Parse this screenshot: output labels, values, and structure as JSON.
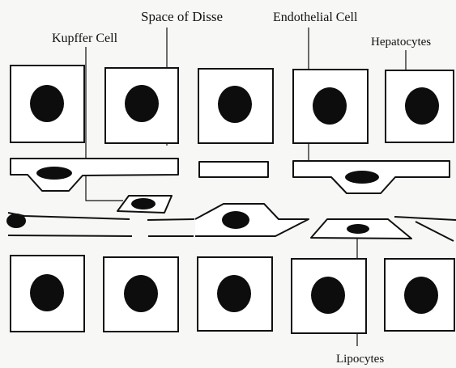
{
  "labels": {
    "space_of_disse": "Space of Disse",
    "endothelial_cell": "Endothelial Cell",
    "kupffer_cell": "Kupffer Cell",
    "hepatocytes": "Hepatocytes",
    "lipocytes": "Lipocytes"
  },
  "colors": {
    "ink": "#111111",
    "background": "#f7f7f5",
    "cell_fill": "#ffffff",
    "nucleus": "#0d0d0d"
  }
}
